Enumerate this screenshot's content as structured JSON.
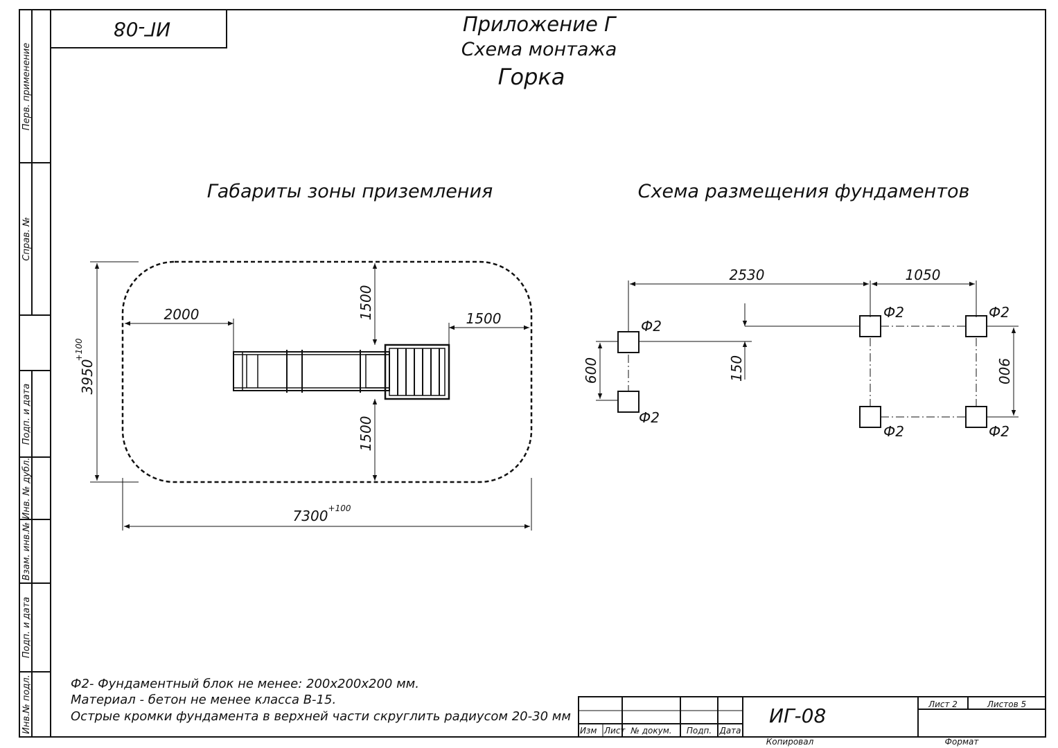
{
  "sheet": {
    "stamp_code": "ИГ-08",
    "appendix": "Приложение Г",
    "scheme": "Схема монтажа",
    "object": "Горка"
  },
  "side_labels": [
    "Перв. применение",
    "Справ. №",
    "Подп. и дата",
    "Инв. № дубл.",
    "Взам. инв.№",
    "Подп. и дата",
    "Инв.№ подл."
  ],
  "landing_zone": {
    "heading": "Габариты зоны приземления",
    "dim_left": "2000",
    "dim_right": "1500",
    "dim_top": "1500",
    "dim_bottom": "1500",
    "dim_height": "3950",
    "dim_height_tol": "+100",
    "dim_width": "7300",
    "dim_width_tol": "+100"
  },
  "foundations": {
    "heading": "Схема размещения фундаментов",
    "dim_span_a": "2530",
    "dim_span_b": "1050",
    "dim_left_gap": "600",
    "dim_offset": "150",
    "dim_right_gap": "900",
    "block_label": "Ф2"
  },
  "notes": [
    "Ф2- Фундаментный блок не менее: 200х200х200 мм.",
    "Материал - бетон не менее класса В-15.",
    "Острые кромки фундамента в верхней части скруглить радиусом 20-30 мм"
  ],
  "title_block": {
    "col_headers": [
      "Изм",
      "Лист",
      "№ докум.",
      "Подп.",
      "Дата"
    ],
    "designation": "ИГ-08",
    "sheet_label": "Лист 2",
    "sheets_label": "Листов 5",
    "copied_label": "Копировал",
    "format_label": "Формат"
  }
}
